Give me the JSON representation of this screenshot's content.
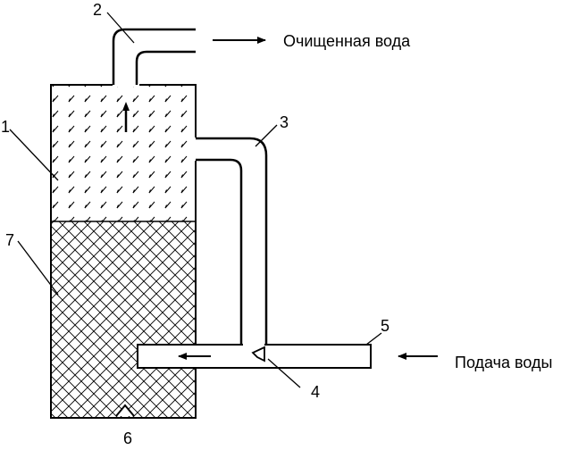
{
  "labels": {
    "n1": "1",
    "n2": "2",
    "n3": "3",
    "n4": "4",
    "n5": "5",
    "n6": "6",
    "n7": "7"
  },
  "captions": {
    "outlet": "Очищенная вода",
    "inlet": "Подача воды"
  },
  "colors": {
    "stroke": "#000000",
    "background": "#ffffff"
  }
}
